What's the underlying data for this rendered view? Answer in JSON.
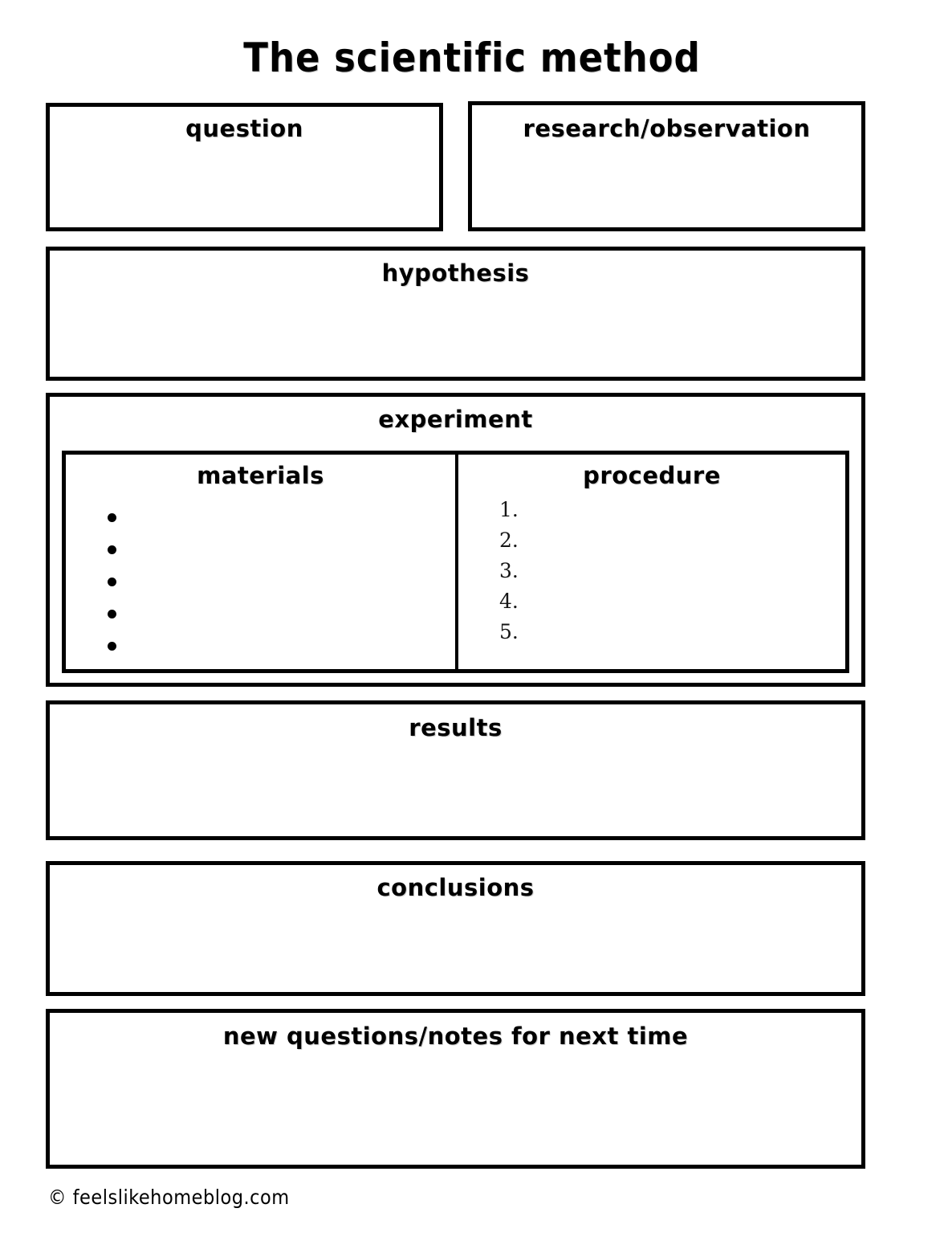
{
  "page": {
    "title": "The scientific method",
    "footer": "© feelslikehomeblog.com",
    "ink_color": "#000000",
    "paper_color": "#ffffff"
  },
  "sections": {
    "question": {
      "label": "question"
    },
    "research": {
      "label": "research/observation"
    },
    "hypothesis": {
      "label": "hypothesis"
    },
    "experiment": {
      "label": "experiment",
      "materials": {
        "label": "materials",
        "bullets": [
          "",
          "",
          "",
          "",
          ""
        ],
        "bullet_count": 5
      },
      "procedure": {
        "label": "procedure",
        "items": [
          "1.",
          "2.",
          "3.",
          "4.",
          "5."
        ]
      }
    },
    "results": {
      "label": "results"
    },
    "conclusions": {
      "label": "conclusions"
    },
    "new_questions": {
      "label": "new questions/notes for next time"
    }
  }
}
